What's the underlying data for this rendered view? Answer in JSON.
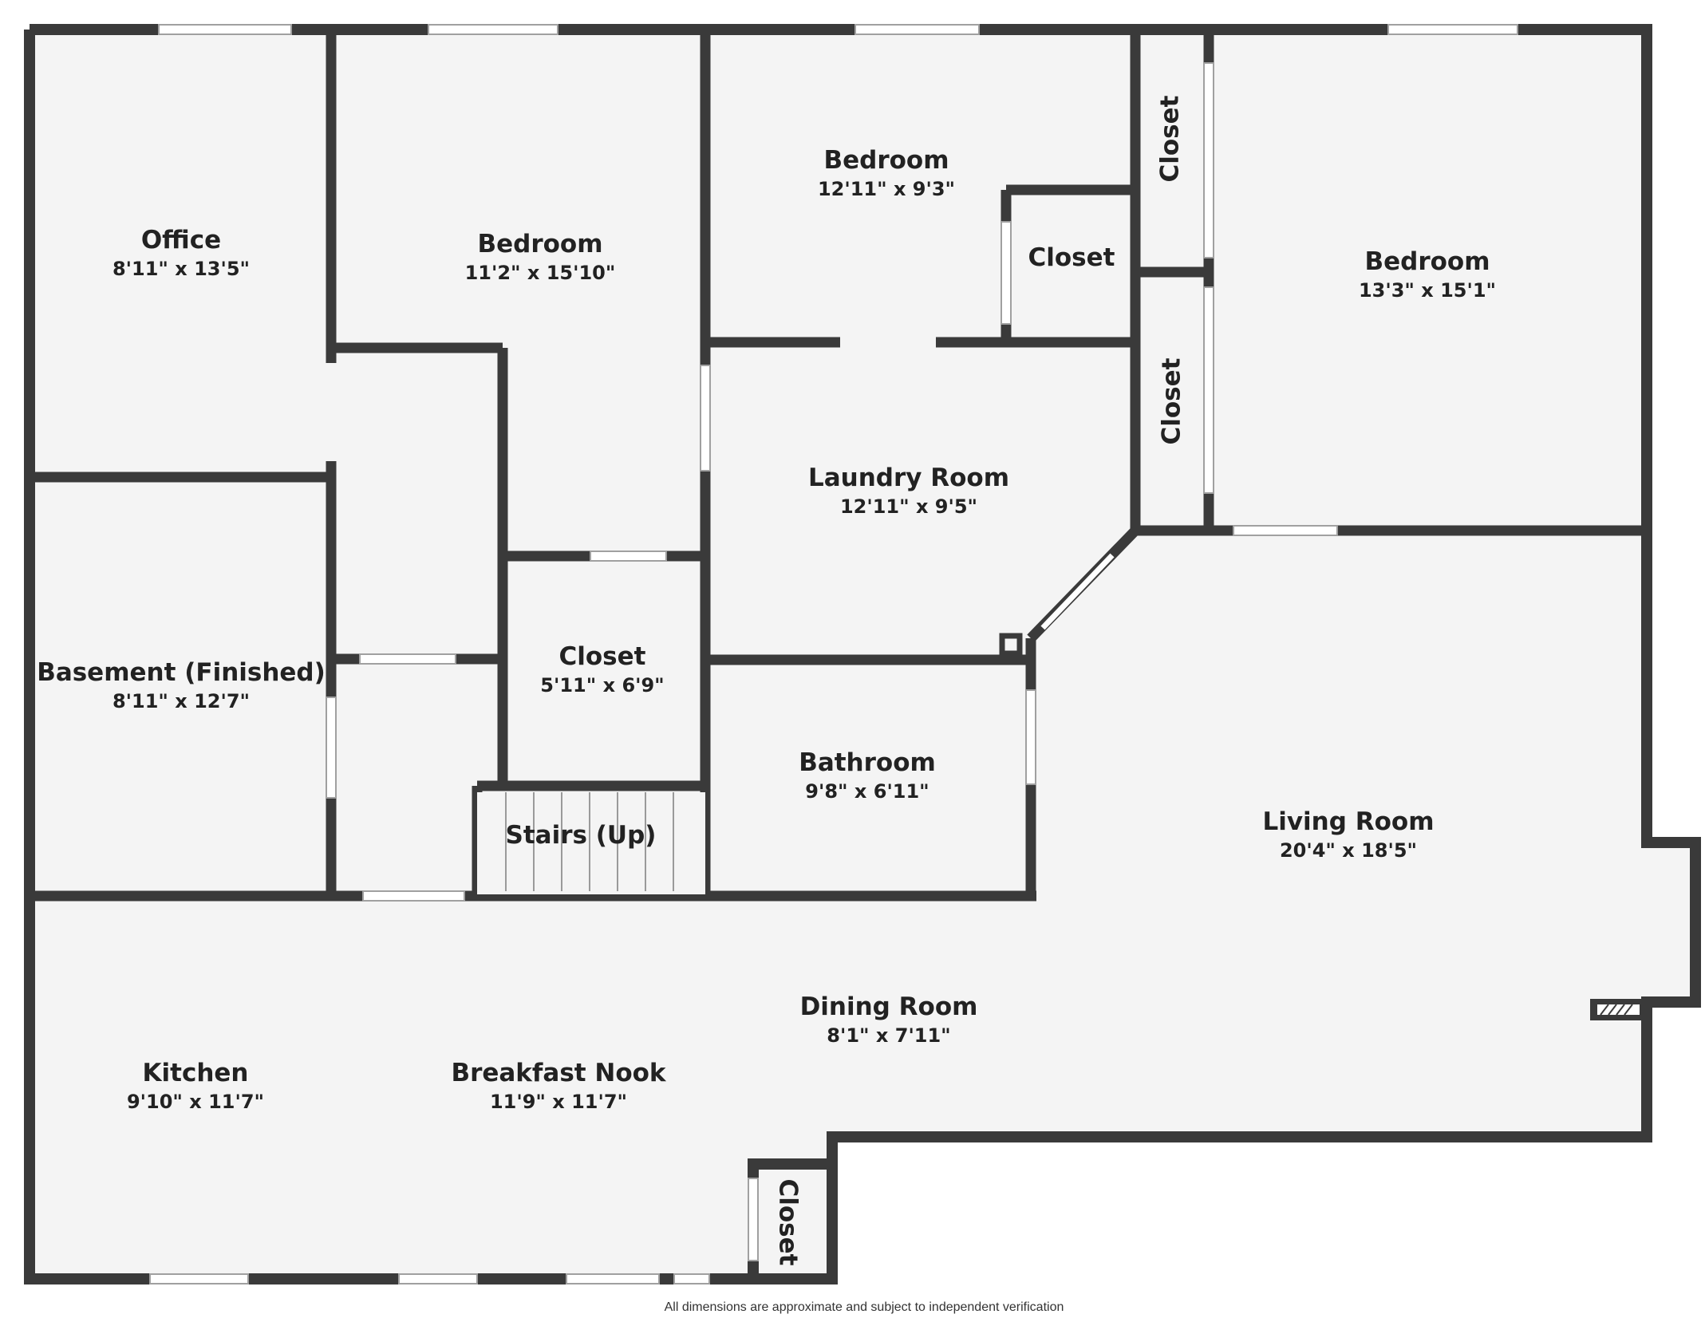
{
  "colors": {
    "wall": "#3a3a3a",
    "floor": "#f4f4f4",
    "window": "#ffffff",
    "background": "#ffffff",
    "label": "#222222"
  },
  "rooms": {
    "office": {
      "name": "Office",
      "dims": "8'11\" x 13'5\""
    },
    "bedroom_1": {
      "name": "Bedroom",
      "dims": "11'2\" x 15'10\""
    },
    "bedroom_2": {
      "name": "Bedroom",
      "dims": "12'11\" x 9'3\""
    },
    "bedroom_3": {
      "name": "Bedroom",
      "dims": "13'3\" x 15'1\""
    },
    "closet_bed2": {
      "name": "Closet"
    },
    "closet_vert_1": {
      "name": "Closet"
    },
    "closet_vert_2": {
      "name": "Closet"
    },
    "laundry_room": {
      "name": "Laundry Room",
      "dims": "12'11\" x 9'5\""
    },
    "basement": {
      "name": "Basement (Finished)",
      "dims": "8'11\" x 12'7\""
    },
    "closet_hall": {
      "name": "Closet",
      "dims": "5'11\" x 6'9\""
    },
    "bathroom": {
      "name": "Bathroom",
      "dims": "9'8\" x 6'11\""
    },
    "stairs": {
      "name": "Stairs (Up)"
    },
    "living_room": {
      "name": "Living Room",
      "dims": "20'4\" x 18'5\""
    },
    "dining_room": {
      "name": "Dining Room",
      "dims": "8'1\" x 7'11\""
    },
    "kitchen": {
      "name": "Kitchen",
      "dims": "9'10\" x 11'7\""
    },
    "breakfast_nook": {
      "name": "Breakfast Nook",
      "dims": "11'9\" x 11'7\""
    },
    "closet_kitchen": {
      "name": "Closet"
    }
  },
  "footer": {
    "note": "All dimensions are approximate and subject to independent verification"
  }
}
